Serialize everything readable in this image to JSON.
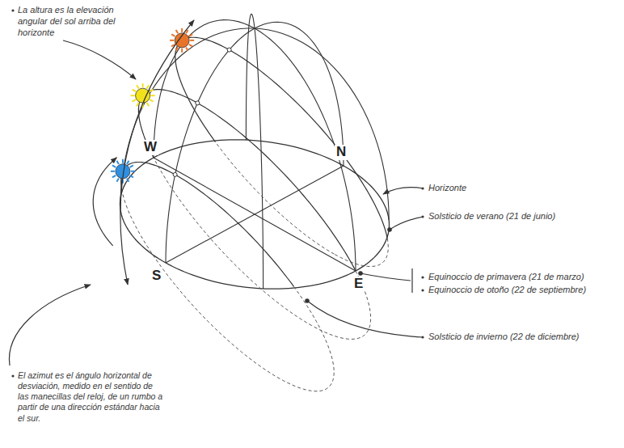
{
  "diagram": {
    "labels": [
      "La altura es la elevación angular del sol arriba del horizonte",
      "W",
      "N",
      "S",
      "E",
      "Horizonte",
      "Solsticio de verano (21 de junio)",
      "Equinoccio de primavera (21 de marzo)",
      "Equinoccio de otoño (22 de septiembre)",
      "Solsticio de invierno (22 de diciembre)",
      "El azimut es el ángulo horizontal de desviación, medido en el sentido de las manecillas del reloj, de un rumbo a partir de una dirección estándar hacia el sur."
    ]
  }
}
